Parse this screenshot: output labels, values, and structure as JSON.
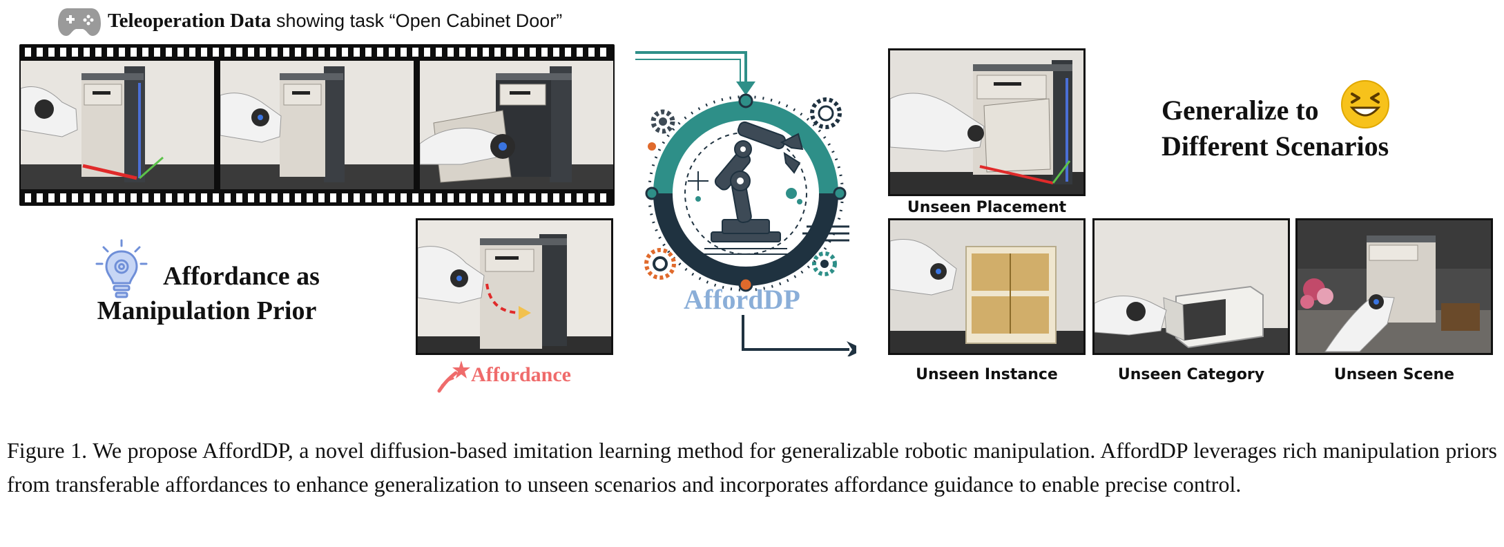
{
  "header": {
    "bold": "Teleoperation Data",
    "normal": " showing task ",
    "task": "“Open Cabinet Door”"
  },
  "left_title": {
    "line1": "Affordance as",
    "line2": "Manipulation Prior"
  },
  "affordance_label": "Affordance",
  "center_logo_text": "AffordDP",
  "right_title": {
    "line1": "Generalize to",
    "line2": "Different Scenarios"
  },
  "panel_labels": {
    "placement": "Unseen Placement",
    "instance": "Unseen Instance",
    "category": "Unseen Category",
    "scene": "Unseen Scene"
  },
  "caption": "Figure 1.  We propose AffordDP, a novel diffusion-based imitation learning method for generalizable robotic manipulation.  AffordDP leverages rich manipulation priors from transferable affordances to enhance generalization to unseen scenarios and incorporates affordance guidance to enable precise control.",
  "icons": [
    "gamepad-icon",
    "lightbulb-gear-icon",
    "shooting-star-icon",
    "grinning-emoji-icon",
    "robot-arm-logo-icon"
  ],
  "colors": {
    "affordance": "#ef6b6b",
    "logo_text": "#8aaed8",
    "teal": "#2e8f88",
    "navy": "#1f3240",
    "orange": "#e06a2c"
  }
}
